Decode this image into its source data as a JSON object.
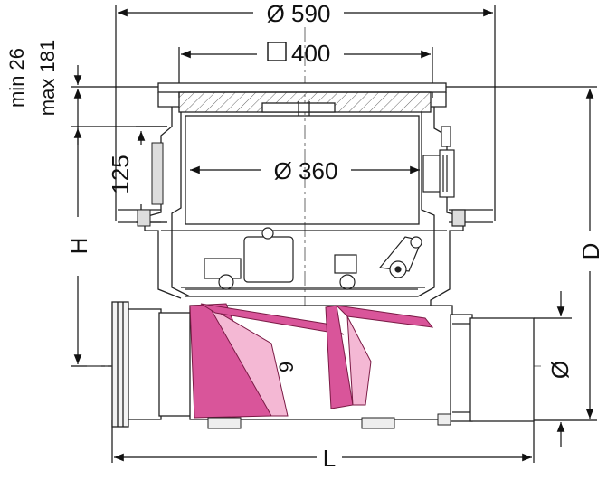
{
  "dimensions": {
    "diameter_590": "Ø 590",
    "square_400": "400",
    "diameter_360": "Ø 360",
    "height_125": "125",
    "min_26": "min 26",
    "max_181": "max 181",
    "height_H": "H",
    "depth_D": "D",
    "length_L": "L",
    "pipe_diameter": "Ø",
    "offset_9": "9"
  },
  "colors": {
    "line": "#222222",
    "hatch": "#555555",
    "flap": "#d9559a",
    "flap_light": "#f4b8d4",
    "grey_fill": "#e6e6e6"
  }
}
